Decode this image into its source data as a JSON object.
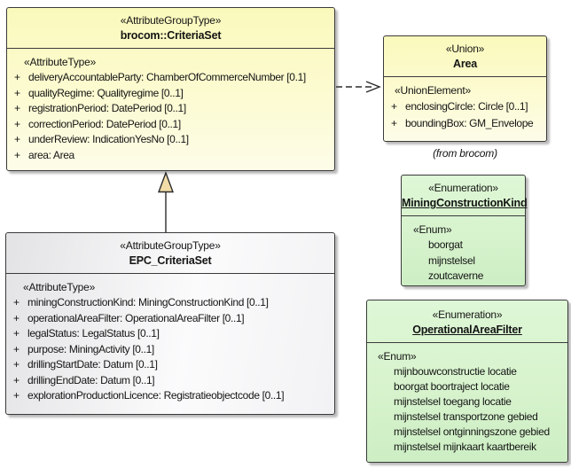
{
  "colors": {
    "class_fill_yellow": "#faf9bc",
    "enum_fill_green": "#d7f3cd",
    "subclass_fill_gray": "#eeeeef",
    "border": "#3a3a3a",
    "generalization_triangle_fill": "#f2dca8"
  },
  "classes": {
    "criteriaset": {
      "stereotype": "«AttributeGroupType»",
      "name": "brocom::CriteriaSet",
      "section": "«AttributeType»",
      "attributes": [
        {
          "vis": "+",
          "text": "deliveryAccountableParty: ChamberOfCommerceNumber [0.1]"
        },
        {
          "vis": "+",
          "text": "qualityRegime: Qualityregime [0..1]"
        },
        {
          "vis": "+",
          "text": "registrationPeriod: DatePeriod [0..1]"
        },
        {
          "vis": "+",
          "text": "correctionPeriod: DatePeriod [0..1]"
        },
        {
          "vis": "+",
          "text": "underReview: IndicationYesNo [0..1]"
        },
        {
          "vis": "+",
          "text": "area: Area"
        }
      ]
    },
    "area": {
      "stereotype": "«Union»",
      "name": "Area",
      "section": "«UnionElement»",
      "attributes": [
        {
          "vis": "+",
          "text": "enclosingCircle: Circle [0..1]"
        },
        {
          "vis": "+",
          "text": "boundingBox: GM_Envelope"
        }
      ],
      "note": "(from brocom)"
    },
    "epc_criteriaset": {
      "stereotype": "«AttributeGroupType»",
      "name": "EPC_CriteriaSet",
      "section": "«AttributeType»",
      "attributes": [
        {
          "vis": "+",
          "text": "miningConstructionKind: MiningConstructionKind [0..1]"
        },
        {
          "vis": "+",
          "text": "operationalAreaFilter: OperationalAreaFilter [0..1]"
        },
        {
          "vis": "+",
          "text": "legalStatus: LegalStatus [0..1]"
        },
        {
          "vis": "+",
          "text": "purpose: MiningActivity [0..1]"
        },
        {
          "vis": "+",
          "text": "drillingStartDate: Datum [0..1]"
        },
        {
          "vis": "+",
          "text": "drillingEndDate: Datum [0..1]"
        },
        {
          "vis": "+",
          "text": "explorationProductionLicence: Registratieobjectcode [0..1]"
        }
      ]
    },
    "mining_construction_kind": {
      "stereotype": "«Enumeration»",
      "name": "MiningConstructionKind",
      "section": "«Enum»",
      "values": [
        "boorgat",
        "mijnstelsel",
        "zoutcaverne"
      ]
    },
    "operational_area_filter": {
      "stereotype": "«Enumeration»",
      "name": "OperationalAreaFilter",
      "section": "«Enum»",
      "values": [
        "mijnbouwconstructie locatie",
        "boorgat boortraject locatie",
        "mijnstelsel toegang locatie",
        "mijnstelsel transportzone gebied",
        "mijnstelsel ontginningszone gebied",
        "mijnstelsel mijnkaart kaartbereik"
      ]
    }
  },
  "relations": {
    "generalization": {
      "type": "generalization",
      "from": "EPC_CriteriaSet",
      "to": "brocom::CriteriaSet"
    },
    "dependency": {
      "type": "dependency",
      "from": "brocom::CriteriaSet",
      "to": "Area"
    }
  }
}
